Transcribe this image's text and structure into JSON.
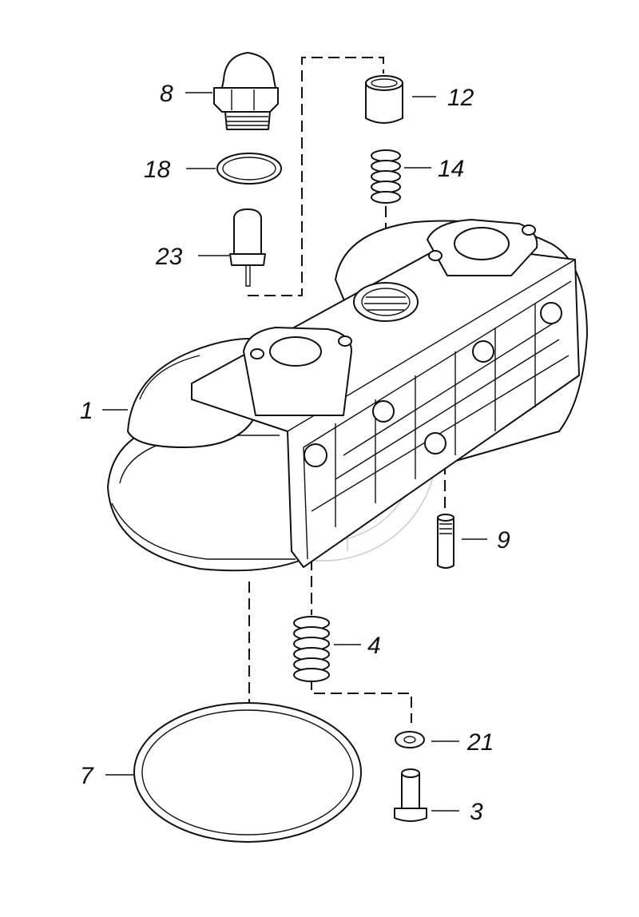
{
  "colors": {
    "line": "#111111",
    "background": "#ffffff",
    "watermark": "#c9c9c9"
  },
  "parts": [
    {
      "id": "p1",
      "label": "1",
      "icon": "housing-cover-icon"
    },
    {
      "id": "p3",
      "label": "3",
      "icon": "valve-body-icon"
    },
    {
      "id": "p4",
      "label": "4",
      "icon": "spring-icon"
    },
    {
      "id": "p7",
      "label": "7",
      "icon": "gasket-ring-icon"
    },
    {
      "id": "p8",
      "label": "8",
      "icon": "plug-icon"
    },
    {
      "id": "p9",
      "label": "9",
      "icon": "pin-icon"
    },
    {
      "id": "p12",
      "label": "12",
      "icon": "sleeve-icon"
    },
    {
      "id": "p14",
      "label": "14",
      "icon": "spring-icon"
    },
    {
      "id": "p18",
      "label": "18",
      "icon": "o-ring-icon"
    },
    {
      "id": "p21",
      "label": "21",
      "icon": "washer-icon"
    },
    {
      "id": "p23",
      "label": "23",
      "icon": "sensor-icon"
    }
  ]
}
